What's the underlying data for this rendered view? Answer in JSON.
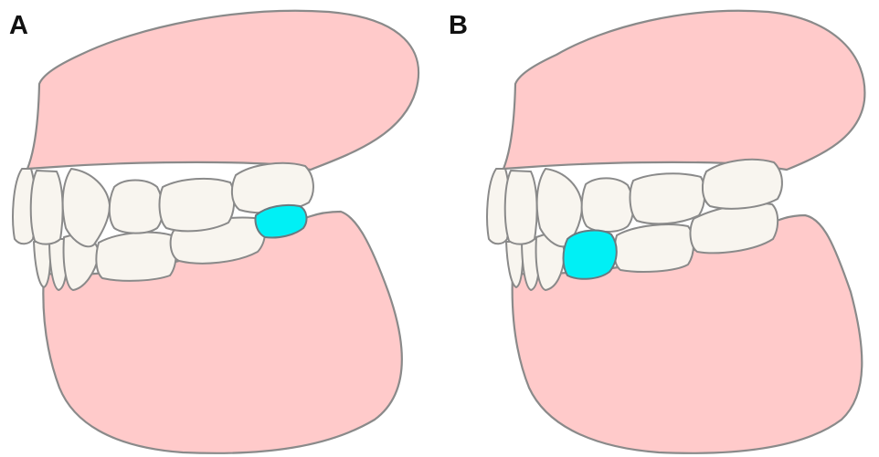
{
  "panels": [
    {
      "label": "A",
      "highlighted_tooth": "lower-molar"
    },
    {
      "label": "B",
      "highlighted_tooth": "lower-premolar"
    }
  ],
  "colors": {
    "gum": "#ffcaca",
    "outline": "#8a8a8a",
    "tooth": "#f8f5ef",
    "tooth_shade": "#e6e1d6",
    "highlight": "#00f0f5",
    "label": "#111111"
  }
}
